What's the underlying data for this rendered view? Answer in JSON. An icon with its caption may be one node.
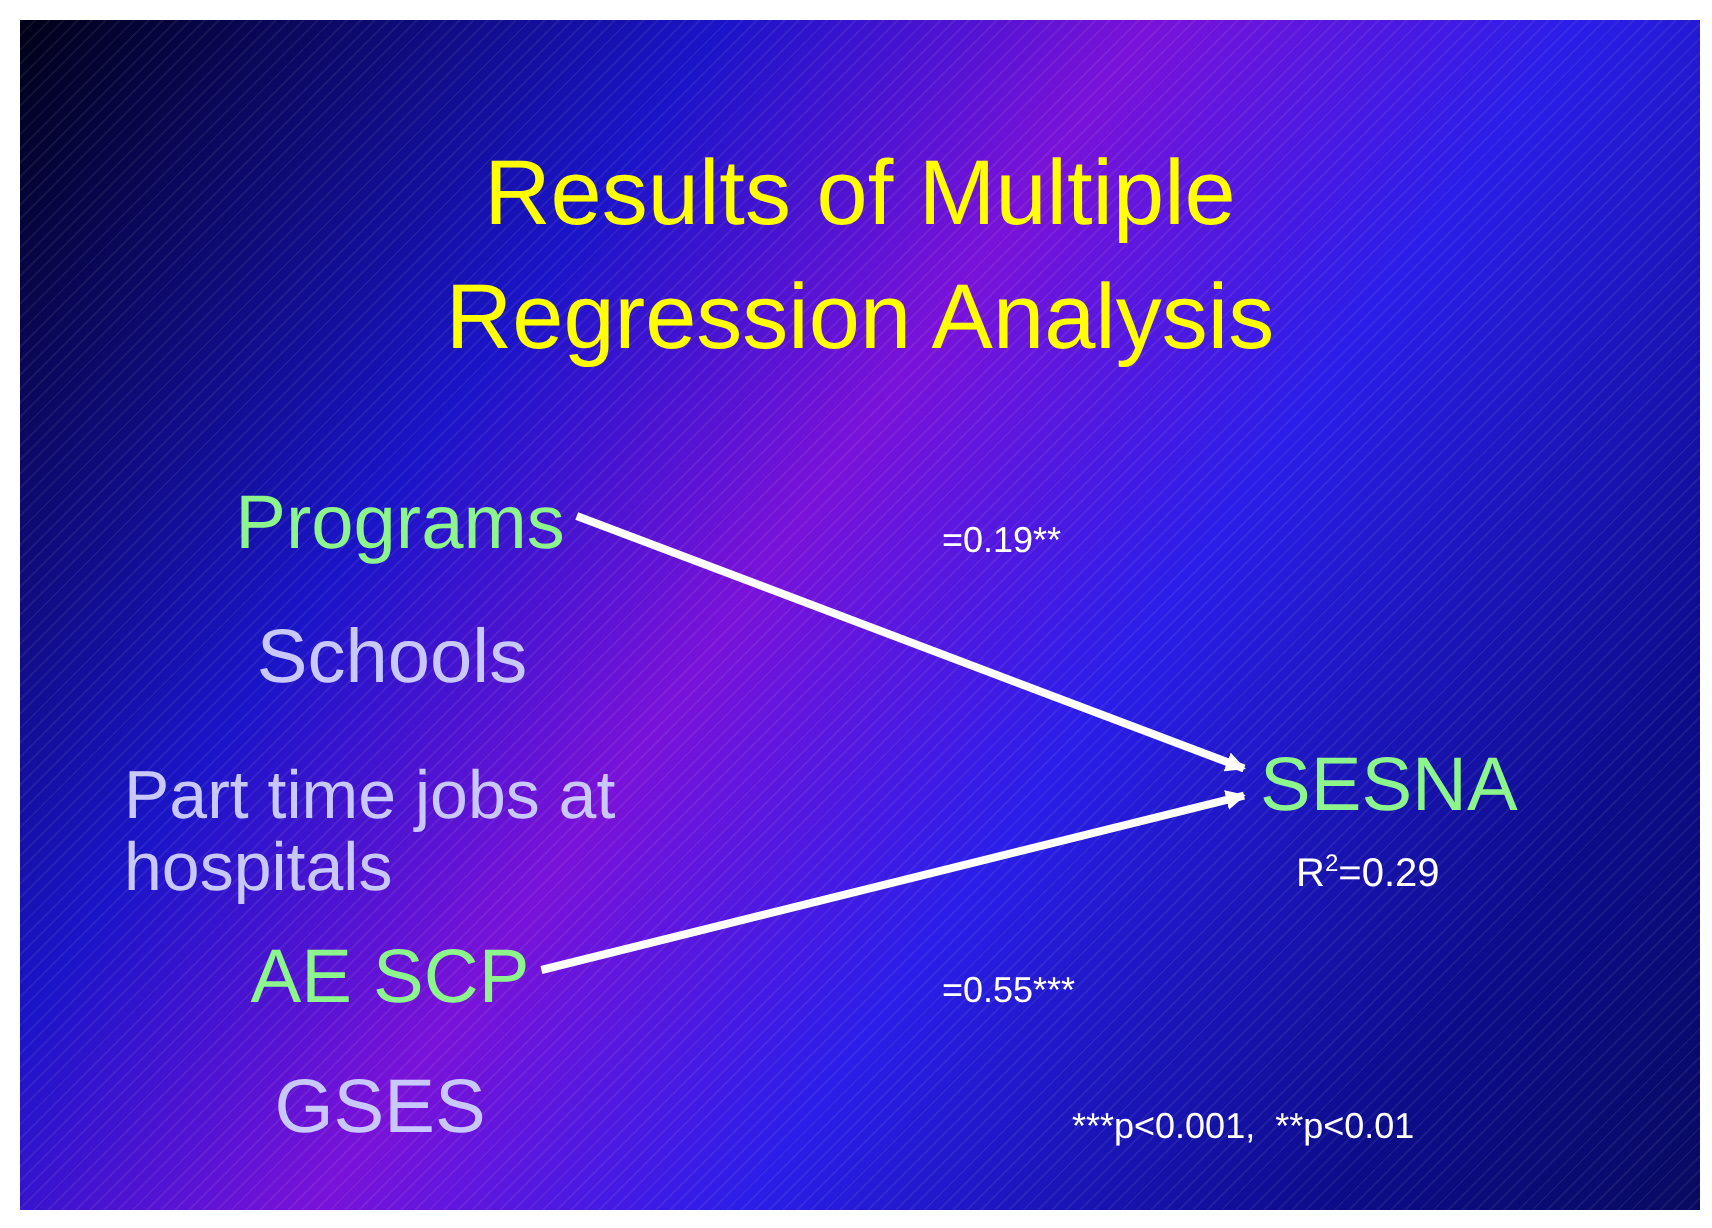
{
  "diagram": {
    "title": "Results of Multiple Regression Analysis",
    "nodes": [
      {
        "text": [
          "Programs"
        ]
      },
      {
        "text": [
          "Schools"
        ]
      },
      {
        "text": [
          "Part time jobs at hospitals"
        ]
      },
      {
        "text": [
          "AE SCP"
        ]
      },
      {
        "text": [
          "GSES"
        ]
      },
      {
        "text": [
          "SESNA"
        ],
        "beside": [
          "R$^{2}$=0.29"
        ]
      }
    ],
    "edges": [
      {
        "from": 0,
        "to": 5,
        "arrow": "to",
        "label": "=0.19**"
      },
      {
        "from": 3,
        "to": 5,
        "arrow": "to",
        "label": "=0.55***"
      }
    ],
    "labels": [
      "***p<0.001,  **p<0.01"
    ]
  }
}
